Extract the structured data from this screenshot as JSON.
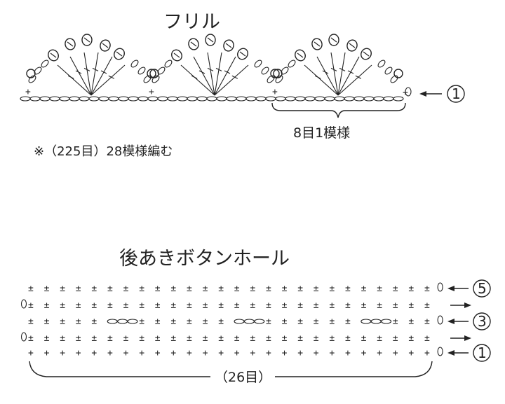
{
  "frill": {
    "title": "フリル",
    "repeat_label": "8目1模様",
    "note": "※（225目）28模様編む",
    "row_marker": "1",
    "repeats": 3
  },
  "buttonhole": {
    "title": "後あきボタンホール",
    "stitch_count_label": "（26目）",
    "rows": [
      {
        "number": "5",
        "direction": "left"
      },
      {
        "number": "",
        "direction": "right"
      },
      {
        "number": "3",
        "direction": "left"
      },
      {
        "number": "",
        "direction": "right"
      },
      {
        "number": "1",
        "direction": "left"
      }
    ],
    "stitches_per_row": 26
  },
  "colors": {
    "ink": "#222222",
    "background": "#ffffff"
  }
}
